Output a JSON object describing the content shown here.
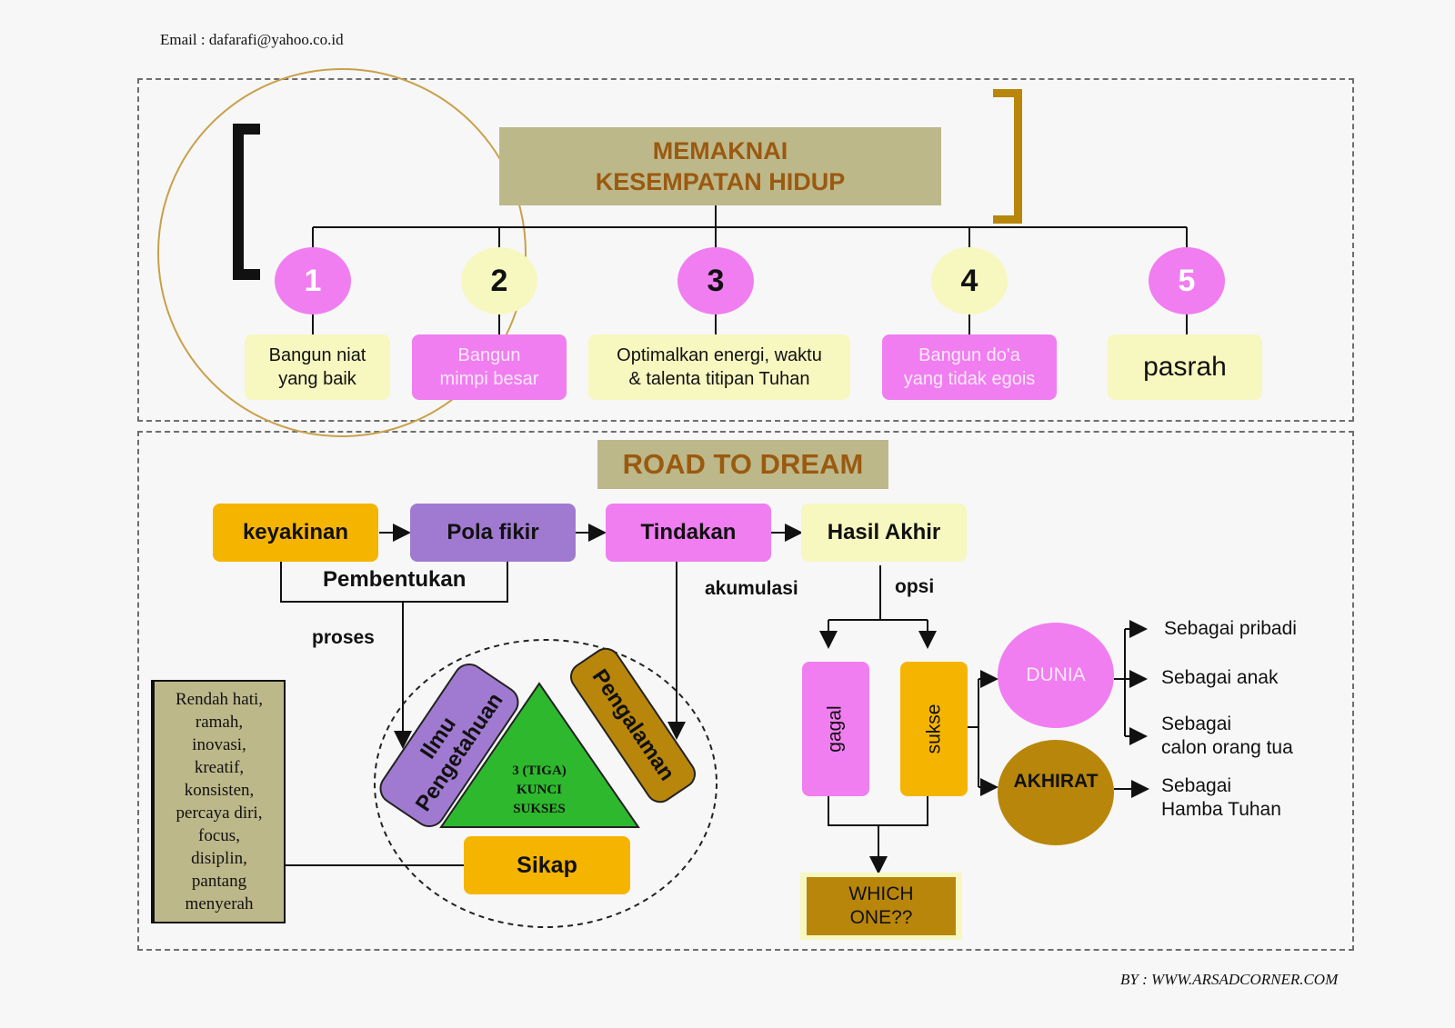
{
  "email": "Email : dafarafi@yahoo.co.id",
  "credit": "BY : WWW.ARSADCORNER.COM",
  "top": {
    "title_line1": "MEMAKNAI",
    "title_line2": "KESEMPATAN HIDUP",
    "items": [
      {
        "num": "1",
        "line1": "Bangun niat",
        "line2": "yang baik"
      },
      {
        "num": "2",
        "line1": "Bangun",
        "line2": "mimpi besar"
      },
      {
        "num": "3",
        "line1": "Optimalkan energi, waktu",
        "line2": "& talenta titipan Tuhan"
      },
      {
        "num": "4",
        "line1": "Bangun do'a",
        "line2": "yang tidak egois"
      },
      {
        "num": "5",
        "line1": "pasrah",
        "line2": ""
      }
    ]
  },
  "road": {
    "title": "ROAD TO DREAM",
    "flow": [
      "keyakinan",
      "Pola fikir",
      "Tindakan",
      "Hasil Akhir"
    ],
    "pembentukan": "Pembentukan",
    "proses": "proses",
    "akumulasi": "akumulasi",
    "opsi": "opsi",
    "sikap_list": [
      "Rendah hati,",
      "ramah,",
      "inovasi,",
      "kreatif,",
      "konsisten,",
      "percaya diri,",
      "focus,",
      "disiplin,",
      "pantang",
      "menyerah"
    ],
    "keys": {
      "ilmu_line1": "Ilmu",
      "ilmu_line2": "Pengetahuan",
      "pengalaman": "Pengalaman",
      "center_line1": "3 (TIGA)",
      "center_line2": "KUNCI",
      "center_line3": "SUKSES",
      "sikap": "Sikap"
    },
    "gagal": "gagal",
    "sukses": "sukse",
    "which_line1": "WHICH",
    "which_line2": "ONE??",
    "dunia": "DUNIA",
    "akhirat": "AKHIRAT",
    "dunia_items": [
      "Sebagai pribadi",
      "Sebagai anak",
      "Sebagai",
      "calon orang tua"
    ],
    "akhirat_item_line1": "Sebagai",
    "akhirat_item_line2": "Hamba Tuhan"
  },
  "colors": {
    "olive": "#bdb88a",
    "pink": "#f07ef0",
    "cream": "#f7f7c0",
    "orange": "#f5b400",
    "purple": "#a07ad0",
    "brown": "#b8860b",
    "green": "#2eb82e",
    "title_text": "#9a5a10"
  }
}
